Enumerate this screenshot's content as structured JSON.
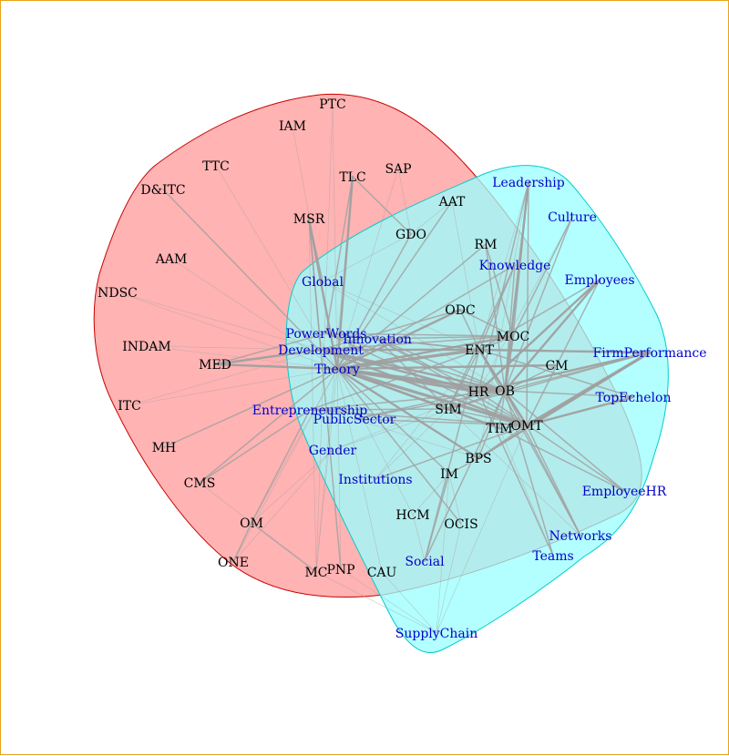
{
  "chart_data": {
    "type": "network",
    "groups": [
      {
        "name": "",
        "fill": "#ff9999",
        "stroke": "#cc0000",
        "opacity": 0.75
      },
      {
        "name": "",
        "fill": "#99ffff",
        "stroke": "#00cccc",
        "opacity": 0.75
      }
    ],
    "edge_color": "#a0a0a0",
    "nodes": [
      {
        "id": "PTC",
        "label": "PTC",
        "group": 0
      },
      {
        "id": "IAM",
        "label": "IAM",
        "group": 0
      },
      {
        "id": "TTC",
        "label": "TTC",
        "group": 0
      },
      {
        "id": "D&ITC",
        "label": "D&ITC",
        "group": 0
      },
      {
        "id": "TLC",
        "label": "TLC",
        "group": 0
      },
      {
        "id": "SAP",
        "label": "SAP",
        "group": 0
      },
      {
        "id": "MSR",
        "label": "MSR",
        "group": 0
      },
      {
        "id": "AAM",
        "label": "AAM",
        "group": 0
      },
      {
        "id": "NDSC",
        "label": "NDSC",
        "group": 0
      },
      {
        "id": "INDAM",
        "label": "INDAM",
        "group": 0
      },
      {
        "id": "MED",
        "label": "MED",
        "group": 0
      },
      {
        "id": "ITC",
        "label": "ITC",
        "group": 0
      },
      {
        "id": "MH",
        "label": "MH",
        "group": 0
      },
      {
        "id": "CMS",
        "label": "CMS",
        "group": 0
      },
      {
        "id": "OM",
        "label": "OM",
        "group": 0
      },
      {
        "id": "ONE",
        "label": "ONE",
        "group": 0
      },
      {
        "id": "MC",
        "label": "MC",
        "group": 0
      },
      {
        "id": "PNP",
        "label": "PNP",
        "group": 0
      },
      {
        "id": "CAU",
        "label": "CAU",
        "group": 0
      },
      {
        "id": "HCM",
        "label": "HCM",
        "group": 0
      },
      {
        "id": "OCIS",
        "label": "OCIS",
        "group": 0
      },
      {
        "id": "IM",
        "label": "IM",
        "group": 0
      },
      {
        "id": "BPS",
        "label": "BPS",
        "group": 0
      },
      {
        "id": "SIM",
        "label": "SIM",
        "group": 0
      },
      {
        "id": "TIM",
        "label": "TIM",
        "group": 0
      },
      {
        "id": "OMT",
        "label": "OMT",
        "group": 0
      },
      {
        "id": "HR",
        "label": "HR",
        "group": 0
      },
      {
        "id": "OB",
        "label": "OB",
        "group": 0
      },
      {
        "id": "CM",
        "label": "CM",
        "group": 0
      },
      {
        "id": "ENT",
        "label": "ENT",
        "group": 0
      },
      {
        "id": "MOC",
        "label": "MOC",
        "group": 0
      },
      {
        "id": "ODC",
        "label": "ODC",
        "group": 0
      },
      {
        "id": "RM",
        "label": "RM",
        "group": 0
      },
      {
        "id": "GDO",
        "label": "GDO",
        "group": 0
      },
      {
        "id": "AAT",
        "label": "AAT",
        "group": 0
      },
      {
        "id": "Leadership",
        "label": "Leadership",
        "group": 1
      },
      {
        "id": "Culture",
        "label": "Culture",
        "group": 1
      },
      {
        "id": "Knowledge",
        "label": "Knowledge",
        "group": 1
      },
      {
        "id": "Employees",
        "label": "Employees",
        "group": 1
      },
      {
        "id": "Global",
        "label": "Global",
        "group": 1
      },
      {
        "id": "PowerWords",
        "label": "PowerWords",
        "group": 1
      },
      {
        "id": "Innovation",
        "label": "Innovation",
        "group": 1
      },
      {
        "id": "Development",
        "label": "Development",
        "group": 1
      },
      {
        "id": "Theory",
        "label": "Theory",
        "group": 1
      },
      {
        "id": "FirmPerformance",
        "label": "FirmPerformance",
        "group": 1
      },
      {
        "id": "TopEchelon",
        "label": "TopEchelon",
        "group": 1
      },
      {
        "id": "Entrepreneurship",
        "label": "Entrepreneurship",
        "group": 1
      },
      {
        "id": "PublicSector",
        "label": "PublicSector",
        "group": 1
      },
      {
        "id": "Gender",
        "label": "Gender",
        "group": 1
      },
      {
        "id": "Institutions",
        "label": "Institutions",
        "group": 1
      },
      {
        "id": "EmployeeHR",
        "label": "EmployeeHR",
        "group": 1
      },
      {
        "id": "Networks",
        "label": "Networks",
        "group": 1
      },
      {
        "id": "Teams",
        "label": "Teams",
        "group": 1
      },
      {
        "id": "Social",
        "label": "Social",
        "group": 1
      },
      {
        "id": "SupplyChain",
        "label": "SupplyChain",
        "group": 1
      }
    ],
    "edges": [
      [
        "Theory",
        "PTC",
        1
      ],
      [
        "Theory",
        "IAM",
        1
      ],
      [
        "Theory",
        "TTC",
        1
      ],
      [
        "Theory",
        "D&ITC",
        2
      ],
      [
        "Theory",
        "TLC",
        3
      ],
      [
        "Theory",
        "SAP",
        1
      ],
      [
        "Theory",
        "MSR",
        3
      ],
      [
        "Theory",
        "AAM",
        1
      ],
      [
        "Theory",
        "NDSC",
        1
      ],
      [
        "Theory",
        "INDAM",
        1
      ],
      [
        "Theory",
        "MED",
        3
      ],
      [
        "Theory",
        "ITC",
        1
      ],
      [
        "Theory",
        "MH",
        2
      ],
      [
        "Theory",
        "CMS",
        2
      ],
      [
        "Theory",
        "OM",
        1
      ],
      [
        "Theory",
        "ONE",
        1
      ],
      [
        "Theory",
        "MC",
        1
      ],
      [
        "Theory",
        "PNP",
        1
      ],
      [
        "Theory",
        "CAU",
        1
      ],
      [
        "Theory",
        "HCM",
        1
      ],
      [
        "Theory",
        "OCIS",
        2
      ],
      [
        "Theory",
        "IM",
        2
      ],
      [
        "Theory",
        "BPS",
        3
      ],
      [
        "Theory",
        "SIM",
        3
      ],
      [
        "Theory",
        "TIM",
        3
      ],
      [
        "Theory",
        "OMT",
        4
      ],
      [
        "Theory",
        "HR",
        4
      ],
      [
        "Theory",
        "OB",
        4
      ],
      [
        "Theory",
        "CM",
        3
      ],
      [
        "Theory",
        "ENT",
        4
      ],
      [
        "Theory",
        "MOC",
        3
      ],
      [
        "Theory",
        "ODC",
        3
      ],
      [
        "Theory",
        "RM",
        2
      ],
      [
        "Theory",
        "GDO",
        2
      ],
      [
        "Theory",
        "AAT",
        2
      ],
      [
        "Development",
        "MED",
        3
      ],
      [
        "Development",
        "INDAM",
        1
      ],
      [
        "Development",
        "ITC",
        1
      ],
      [
        "Development",
        "NDSC",
        1
      ],
      [
        "Development",
        "ENT",
        3
      ],
      [
        "Development",
        "HR",
        3
      ],
      [
        "Development",
        "OB",
        3
      ],
      [
        "Development",
        "OMT",
        3
      ],
      [
        "Development",
        "MOC",
        2
      ],
      [
        "Development",
        "MSR",
        2
      ],
      [
        "Development",
        "ODC",
        2
      ],
      [
        "PowerWords",
        "MED",
        2
      ],
      [
        "PowerWords",
        "ENT",
        2
      ],
      [
        "PowerWords",
        "OB",
        2
      ],
      [
        "PowerWords",
        "OMT",
        2
      ],
      [
        "PowerWords",
        "MOC",
        2
      ],
      [
        "PowerWords",
        "TLC",
        2
      ],
      [
        "Innovation",
        "ENT",
        2
      ],
      [
        "Innovation",
        "OB",
        2
      ],
      [
        "Innovation",
        "HR",
        2
      ],
      [
        "Innovation",
        "MOC",
        2
      ],
      [
        "Innovation",
        "OMT",
        2
      ],
      [
        "Innovation",
        "SIM",
        2
      ],
      [
        "Global",
        "MSR",
        2
      ],
      [
        "Global",
        "GDO",
        1
      ],
      [
        "Global",
        "ENT",
        1
      ],
      [
        "Global",
        "OB",
        1
      ],
      [
        "Entrepreneurship",
        "ENT",
        2
      ],
      [
        "Entrepreneurship",
        "OMT",
        2
      ],
      [
        "Entrepreneurship",
        "OB",
        2
      ],
      [
        "Entrepreneurship",
        "SIM",
        2
      ],
      [
        "Entrepreneurship",
        "CMS",
        2
      ],
      [
        "Entrepreneurship",
        "OM",
        2
      ],
      [
        "PublicSector",
        "OB",
        2
      ],
      [
        "PublicSector",
        "HR",
        2
      ],
      [
        "PublicSector",
        "OMT",
        2
      ],
      [
        "PublicSector",
        "BPS",
        1
      ],
      [
        "Gender",
        "OB",
        1
      ],
      [
        "Gender",
        "HR",
        1
      ],
      [
        "Gender",
        "ONE",
        1
      ],
      [
        "Gender",
        "OM",
        1
      ],
      [
        "Institutions",
        "OMT",
        2
      ],
      [
        "Institutions",
        "ENT",
        1
      ],
      [
        "Institutions",
        "SIM",
        1
      ],
      [
        "Leadership",
        "OB",
        3
      ],
      [
        "Leadership",
        "HR",
        2
      ],
      [
        "Leadership",
        "MOC",
        2
      ],
      [
        "Leadership",
        "ENT",
        1
      ],
      [
        "Leadership",
        "OMT",
        2
      ],
      [
        "Leadership",
        "BPS",
        1
      ],
      [
        "Culture",
        "OB",
        2
      ],
      [
        "Culture",
        "MOC",
        2
      ],
      [
        "Culture",
        "HR",
        1
      ],
      [
        "Knowledge",
        "OB",
        2
      ],
      [
        "Knowledge",
        "ENT",
        2
      ],
      [
        "Knowledge",
        "SIM",
        2
      ],
      [
        "Knowledge",
        "Theory",
        2
      ],
      [
        "Employees",
        "HR",
        3
      ],
      [
        "Employees",
        "OB",
        3
      ],
      [
        "Employees",
        "ENT",
        2
      ],
      [
        "Employees",
        "OMT",
        2
      ],
      [
        "FirmPerformance",
        "OMT",
        4
      ],
      [
        "FirmPerformance",
        "ENT",
        3
      ],
      [
        "FirmPerformance",
        "OB",
        2
      ],
      [
        "FirmPerformance",
        "HR",
        3
      ],
      [
        "FirmPerformance",
        "BPS",
        3
      ],
      [
        "FirmPerformance",
        "SIM",
        2
      ],
      [
        "TopEchelon",
        "OMT",
        3
      ],
      [
        "TopEchelon",
        "ENT",
        2
      ],
      [
        "TopEchelon",
        "OB",
        2
      ],
      [
        "EmployeeHR",
        "HR",
        2
      ],
      [
        "EmployeeHR",
        "OB",
        2
      ],
      [
        "EmployeeHR",
        "TIM",
        2
      ],
      [
        "Networks",
        "OB",
        2
      ],
      [
        "Networks",
        "OMT",
        2
      ],
      [
        "Networks",
        "ENT",
        2
      ],
      [
        "Networks",
        "SIM",
        1
      ],
      [
        "Teams",
        "OB",
        2
      ],
      [
        "Teams",
        "HR",
        2
      ],
      [
        "Teams",
        "TIM",
        1
      ],
      [
        "Social",
        "IM",
        2
      ],
      [
        "Social",
        "OB",
        2
      ],
      [
        "Social",
        "ENT",
        2
      ],
      [
        "Social",
        "HCM",
        1
      ],
      [
        "SupplyChain",
        "OCIS",
        1
      ],
      [
        "SupplyChain",
        "IM",
        1
      ],
      [
        "SupplyChain",
        "OMT",
        1
      ],
      [
        "SupplyChain",
        "MC",
        1
      ],
      [
        "SupplyChain",
        "PNP",
        1
      ],
      [
        "SupplyChain",
        "CAU",
        1
      ],
      [
        "OB",
        "HR",
        3
      ],
      [
        "OB",
        "OMT",
        3
      ],
      [
        "OB",
        "ENT",
        3
      ],
      [
        "OB",
        "MOC",
        3
      ],
      [
        "OB",
        "CM",
        2
      ],
      [
        "OB",
        "TIM",
        2
      ],
      [
        "OB",
        "BPS",
        2
      ],
      [
        "OB",
        "SIM",
        2
      ],
      [
        "OB",
        "RM",
        2
      ],
      [
        "OMT",
        "ENT",
        3
      ],
      [
        "OMT",
        "TIM",
        2
      ],
      [
        "OMT",
        "BPS",
        2
      ],
      [
        "OMT",
        "SIM",
        2
      ],
      [
        "ENT",
        "SIM",
        2
      ],
      [
        "ENT",
        "MOC",
        2
      ],
      [
        "ENT",
        "ODC",
        2
      ],
      [
        "ENT",
        "AAT",
        1
      ],
      [
        "MOC",
        "ODC",
        2
      ],
      [
        "MOC",
        "RM",
        2
      ],
      [
        "HR",
        "SIM",
        2
      ],
      [
        "BPS",
        "IM",
        2
      ],
      [
        "IM",
        "HCM",
        1
      ],
      [
        "IM",
        "OCIS",
        1
      ],
      [
        "OM",
        "ONE",
        2
      ],
      [
        "OM",
        "MC",
        2
      ],
      [
        "CMS",
        "OM",
        1
      ],
      [
        "PNP",
        "MC",
        1
      ],
      [
        "TLC",
        "GDO",
        2
      ],
      [
        "SAP",
        "GDO",
        1
      ],
      [
        "AAT",
        "GDO",
        1
      ],
      [
        "MSR",
        "PNP",
        2
      ],
      [
        "MSR",
        "MC",
        1
      ],
      [
        "TLC",
        "MC",
        1
      ],
      [
        "PTC",
        "MC",
        1
      ]
    ]
  }
}
